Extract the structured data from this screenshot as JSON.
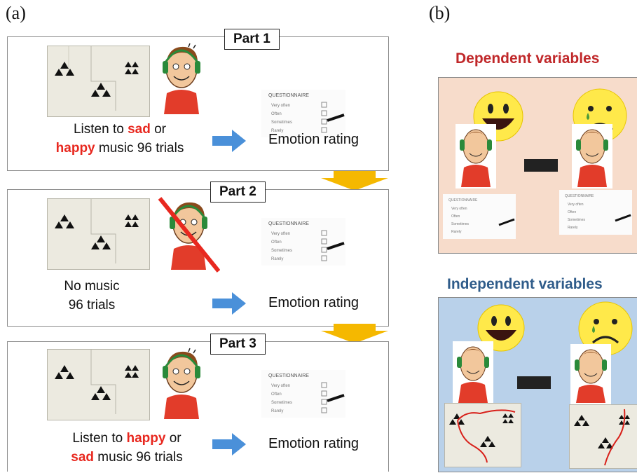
{
  "panels": {
    "a_label": "(a)",
    "b_label": "(b)"
  },
  "parts": [
    {
      "title": "Part 1",
      "caption": [
        {
          "t": "Listen to ",
          "hl": false
        },
        {
          "t": "sad",
          "hl": true
        },
        {
          "t": " or",
          "hl": false
        }
      ],
      "caption2": [
        {
          "t": "happy",
          "hl": true
        },
        {
          "t": " music 96 trials",
          "hl": false
        }
      ],
      "rating": "Emotion rating"
    },
    {
      "title": "Part 2",
      "caption": [
        {
          "t": "No music",
          "hl": false
        }
      ],
      "caption2": [
        {
          "t": "96 trials",
          "hl": false
        }
      ],
      "rating": "Emotion rating"
    },
    {
      "title": "Part 3",
      "caption": [
        {
          "t": "Listen to ",
          "hl": false
        },
        {
          "t": "happy",
          "hl": true
        },
        {
          "t": " or",
          "hl": false
        }
      ],
      "caption2": [
        {
          "t": "sad",
          "hl": true
        },
        {
          "t": " music 96 trials",
          "hl": false
        }
      ],
      "rating": "Emotion rating"
    }
  ],
  "right": {
    "dependent_title": "Dependent variables",
    "independent_title": "Independent variables"
  },
  "questionnaire": {
    "heading": "QUESTIONNAIRE",
    "options": [
      "Very often",
      "Often",
      "Sometimes",
      "Rarely"
    ]
  },
  "colors": {
    "highlight": "#e8281f",
    "arrow_blue": "#4a90d9",
    "arrow_orange": "#f5b800",
    "dependent_title": "#c0282a",
    "independent_title": "#2f5c8a",
    "dependent_bg": "#f7dccb",
    "independent_bg": "#b9d1ea",
    "game_bg": "#eceae0"
  },
  "icons": [
    "triangle-cluster-icon",
    "listener-face-icon",
    "questionnaire-icon",
    "happy-face-icon",
    "sad-face-icon",
    "blue-arrow-icon",
    "down-arrow-icon"
  ]
}
